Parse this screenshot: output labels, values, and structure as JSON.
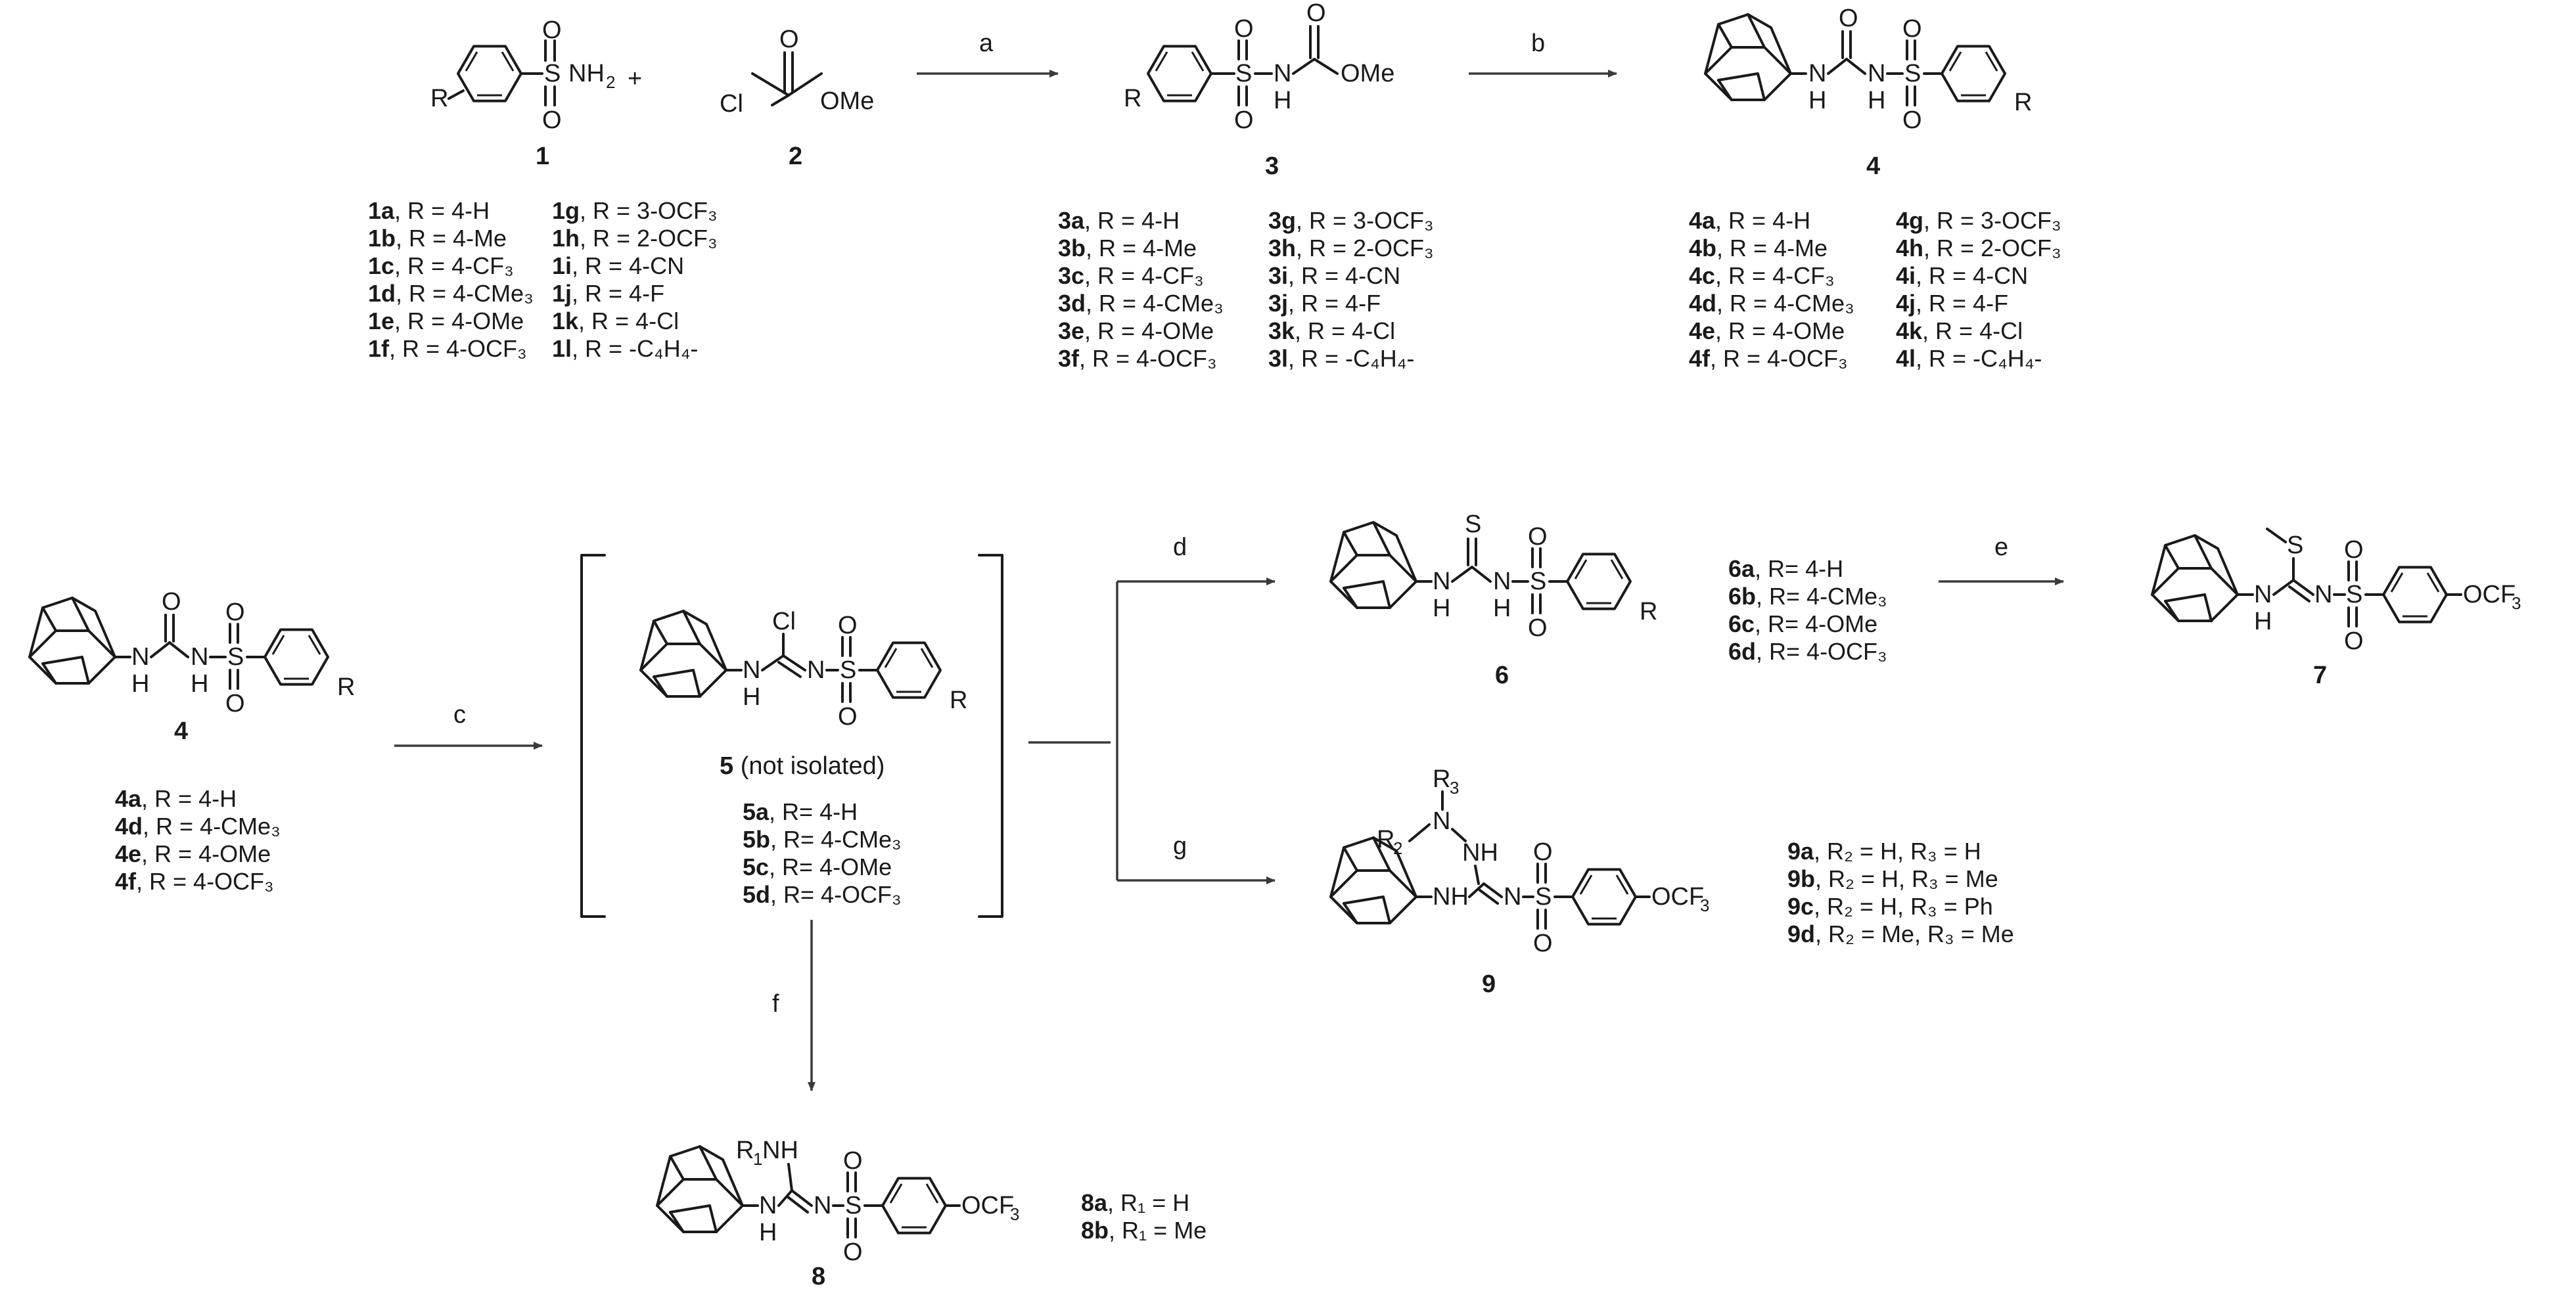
{
  "compounds": {
    "c1": "1",
    "c2": "2",
    "c3": "3",
    "c4": "4",
    "c4b": "4",
    "c5": "5",
    "c5_note": "(not isolated)",
    "c6": "6",
    "c7": "7",
    "c8": "8",
    "c9": "9"
  },
  "steps": {
    "a": "a",
    "b": "b",
    "c": "c",
    "d": "d",
    "e": "e",
    "f": "f",
    "g": "g"
  },
  "atoms": {
    "nh2": "NH",
    "nh2_sub": "2",
    "plus": "+",
    "cl": "Cl",
    "ome": "OMe",
    "o": "O",
    "s": "S",
    "n": "N",
    "h": "H",
    "nh": "NH",
    "r": "R",
    "ocf3": "OCF",
    "f3": "3",
    "r1": "R",
    "r2": "R",
    "r3": "R",
    "sub1": "1",
    "sub2": "2",
    "sub3": "3"
  },
  "lists": {
    "l1_left": [
      [
        "1a",
        ", R = 4-H"
      ],
      [
        "1b",
        ", R = 4-Me"
      ],
      [
        "1c",
        ", R = 4-CF₃"
      ],
      [
        "1d",
        ", R = 4-CMe₃"
      ],
      [
        "1e",
        ", R = 4-OMe"
      ],
      [
        "1f",
        ", R = 4-OCF₃"
      ]
    ],
    "l1_right": [
      [
        "1g",
        ", R = 3-OCF₃"
      ],
      [
        "1h",
        ", R = 2-OCF₃"
      ],
      [
        "1i",
        ", R = 4-CN"
      ],
      [
        "1j",
        ", R = 4-F"
      ],
      [
        "1k",
        ", R = 4-Cl"
      ],
      [
        "1l",
        ", R = -C₄H₄-"
      ]
    ],
    "l3_left": [
      [
        "3a",
        ", R = 4-H"
      ],
      [
        "3b",
        ", R = 4-Me"
      ],
      [
        "3c",
        ", R = 4-CF₃"
      ],
      [
        "3d",
        ", R = 4-CMe₃"
      ],
      [
        "3e",
        ", R = 4-OMe"
      ],
      [
        "3f",
        ", R = 4-OCF₃"
      ]
    ],
    "l3_right": [
      [
        "3g",
        ", R = 3-OCF₃"
      ],
      [
        "3h",
        ", R = 2-OCF₃"
      ],
      [
        "3i",
        ", R = 4-CN"
      ],
      [
        "3j",
        ", R = 4-F"
      ],
      [
        "3k",
        ", R = 4-Cl"
      ],
      [
        "3l",
        ", R = -C₄H₄-"
      ]
    ],
    "l4_left": [
      [
        "4a",
        ", R = 4-H"
      ],
      [
        "4b",
        ", R = 4-Me"
      ],
      [
        "4c",
        ", R = 4-CF₃"
      ],
      [
        "4d",
        ", R = 4-CMe₃"
      ],
      [
        "4e",
        ", R = 4-OMe"
      ],
      [
        "4f",
        ", R = 4-OCF₃"
      ]
    ],
    "l4_right": [
      [
        "4g",
        ", R = 3-OCF₃"
      ],
      [
        "4h",
        ", R = 2-OCF₃"
      ],
      [
        "4i",
        ", R = 4-CN"
      ],
      [
        "4j",
        ", R = 4-F"
      ],
      [
        "4k",
        ", R = 4-Cl"
      ],
      [
        "4l",
        ", R = -C₄H₄-"
      ]
    ],
    "l4b": [
      [
        "4a",
        ", R = 4-H"
      ],
      [
        "4d",
        ", R = 4-CMe₃"
      ],
      [
        "4e",
        ", R = 4-OMe"
      ],
      [
        "4f",
        ", R = 4-OCF₃"
      ]
    ],
    "l5": [
      [
        "5a",
        ", R= 4-H"
      ],
      [
        "5b",
        ", R= 4-CMe₃"
      ],
      [
        "5c",
        ", R= 4-OMe"
      ],
      [
        "5d",
        ", R= 4-OCF₃"
      ]
    ],
    "l6": [
      [
        "6a",
        ", R= 4-H"
      ],
      [
        "6b",
        ", R= 4-CMe₃"
      ],
      [
        "6c",
        ", R= 4-OMe"
      ],
      [
        "6d",
        ", R= 4-OCF₃"
      ]
    ],
    "l8": [
      [
        "8a",
        ", R₁ = H"
      ],
      [
        "8b",
        ", R₁ = Me"
      ]
    ],
    "l9": [
      [
        "9a",
        ", R₂ = H, R₃ = H"
      ],
      [
        "9b",
        ", R₂ = H, R₃ = Me"
      ],
      [
        "9c",
        ", R₂ = H, R₃ = Ph"
      ],
      [
        "9d",
        ", R₂ = Me, R₃ = Me"
      ]
    ]
  }
}
